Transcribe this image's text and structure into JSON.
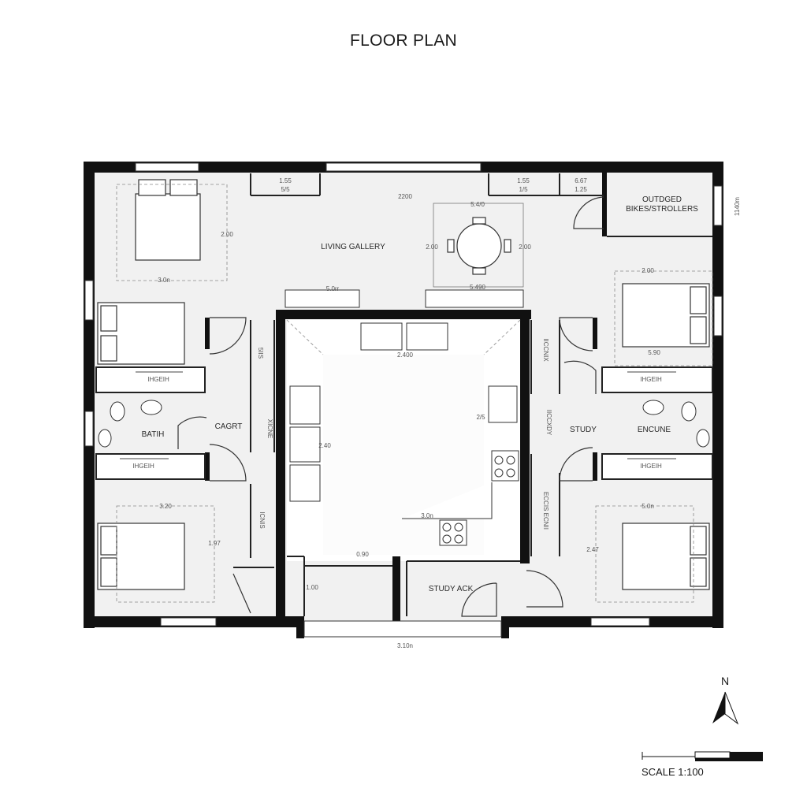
{
  "title": "FLOOR PLAN",
  "rooms": {
    "living": "LIVING GALLERY",
    "outdoor_1": "OUTDGED",
    "outdoor_2": "BIKES/STROLLERS",
    "bath": "BATIH",
    "cagrt": "CAGRT",
    "study": "STUDY",
    "encune": "ENCUNE",
    "study_ack": "STUDY ACK"
  },
  "dimensions": {
    "d1": "1.55",
    "d2": "5/5",
    "d3": "2200",
    "d4": "1.55",
    "d5": "1/5",
    "d6": "6.67",
    "d7": "1.25",
    "d8": "5.4/0",
    "d9": "2.00",
    "d10": "3.0n",
    "d11": "2.00",
    "d12": "2.00",
    "d13": "5.0rr",
    "d14": "5.490",
    "d15": "2.00",
    "d16": "5.90",
    "d17": "2.400",
    "d18": "2.40",
    "d19": "2/5",
    "d20": "3.20",
    "d21": "1.97",
    "d22": "3.0n",
    "d23": "0.90",
    "d24": "5.0n",
    "d25": "2.47",
    "d26": "3.10n",
    "d27": "1.00",
    "side_dim": "1140m"
  },
  "closets": {
    "c1": "IHGEIH",
    "c2": "IHGEIH",
    "c3": "IHGEIH",
    "c4": "IHGEIH",
    "v1": "5IIS",
    "v2": "XICNE",
    "v3": "ICNIS",
    "v4": "IICCNIX",
    "v5": "IICCXDY",
    "v6": "ECCIS ECNII"
  },
  "compass": "N",
  "scale": "SCALE 1:100"
}
